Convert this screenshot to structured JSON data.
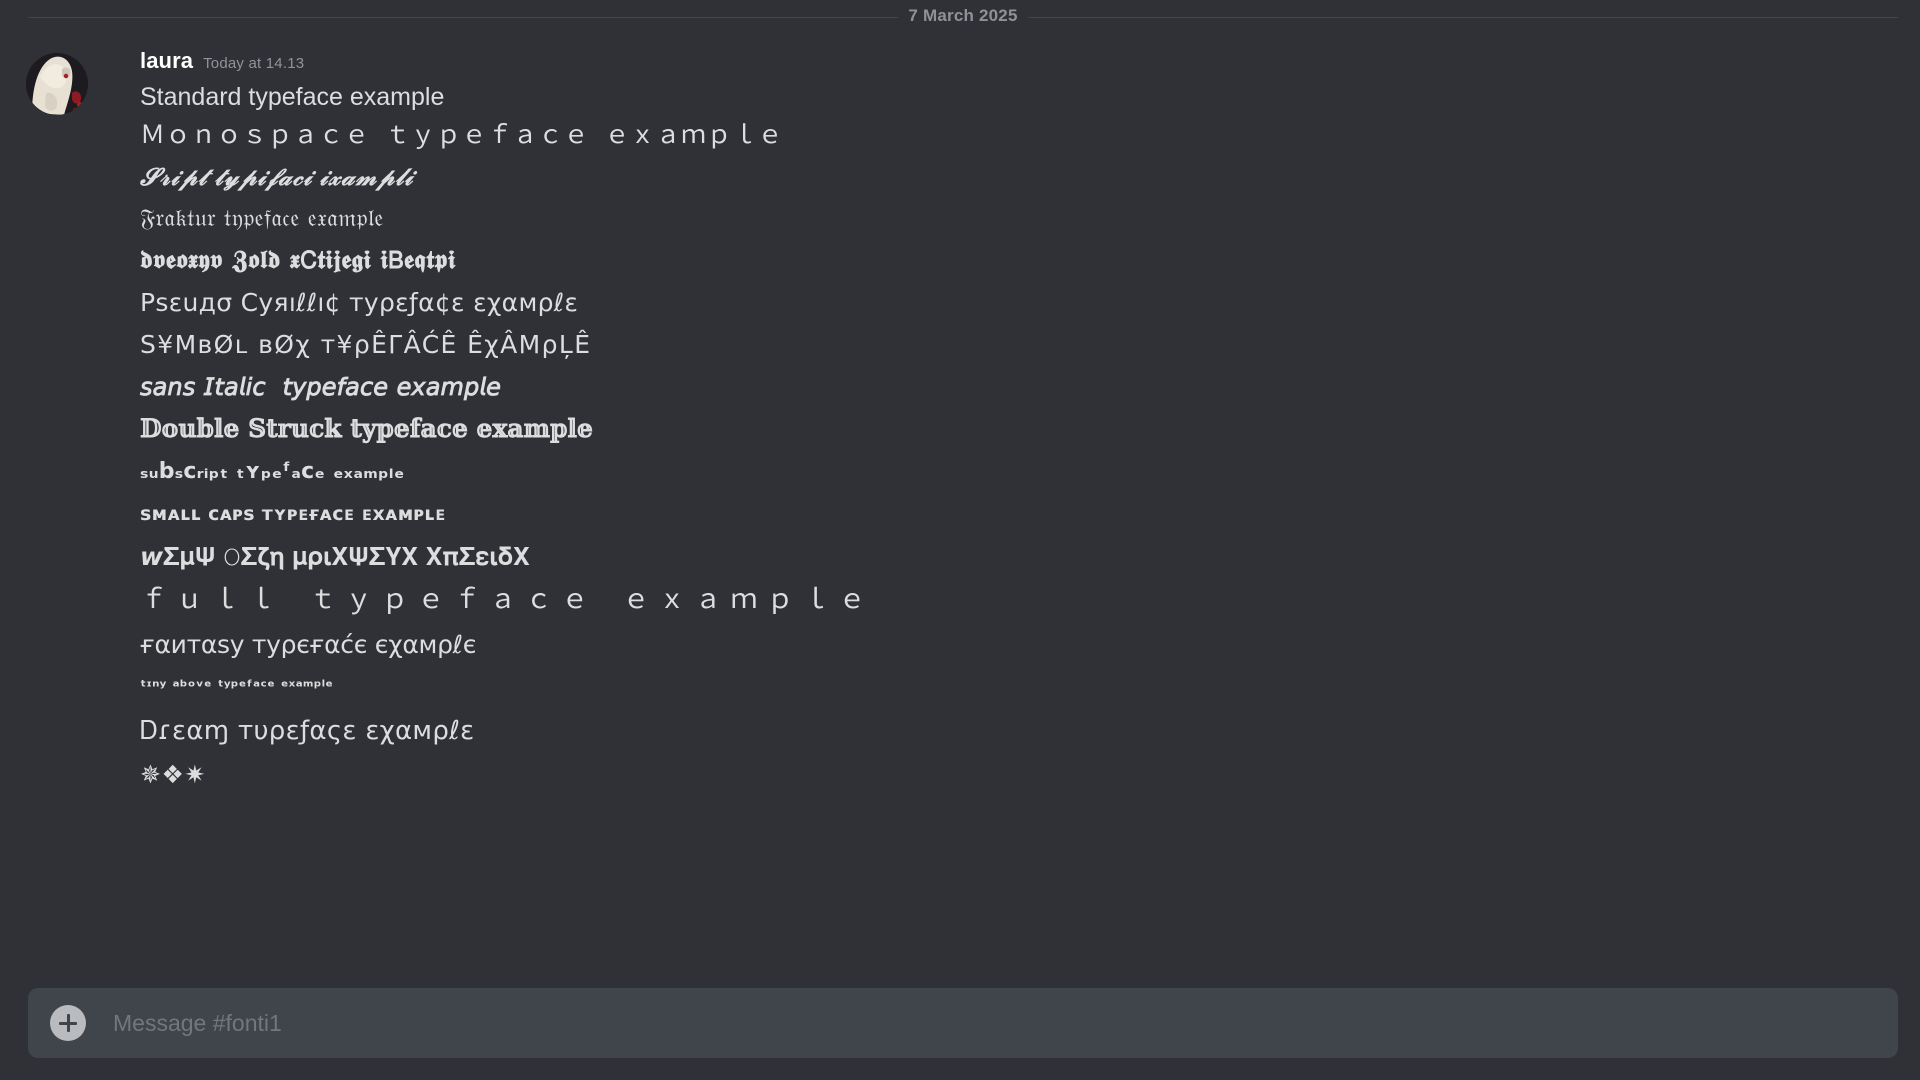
{
  "theme": {
    "message_area_bg": "#2f3136",
    "composer_bg": "#40444b",
    "text_color": "#dcddde",
    "muted_text_color": "#72767d",
    "divider_color": "#42454b",
    "author_color": "#ffffff"
  },
  "divider": {
    "date": "7 March 2025"
  },
  "message": {
    "author": "laura",
    "timestamp": "Today at 14.13",
    "avatar_alt": "laura-avatar",
    "lines": [
      {
        "id": "standard",
        "text": "Standard typeface example"
      },
      {
        "id": "monospace",
        "text": "Ｍｏｎｏｓｐａｃｅ ｔｙｐｅｆａｃｅ ｅｘａｍｐｌｅ"
      },
      {
        "id": "script",
        "text": "𝓢𝓇𝒾𝓅𝓉 𝓉𝓎𝓅𝒾𝒻𝒶𝒸𝒾 𝒾𝓍𝒶𝓂𝓅𝓁𝒾"
      },
      {
        "id": "fraktur",
        "text": "𝔉𝔯𝔞𝔨𝔱𝔲𝔯 𝔱𝔶𝔭𝔢𝔣𝔞𝔠𝔢 𝔢𝔵𝔞𝔪𝔭𝔩𝔢"
      },
      {
        "id": "fraktur-bold",
        "text": "𝖉𝖛𝖊𝖔𝖝𝖞𝖛 𝖅𝖔𝖑𝖉 𝖝𝖢𝖙𝖎𝖏𝖊𝖌𝖎 𝖎𝖡𝖊𝖖𝖙𝖕𝖎"
      },
      {
        "id": "pseudo-cyrillic",
        "text": "Pѕεuдσ Cуяıℓℓı¢ туρεƒα¢ε εχαмρℓε"
      },
      {
        "id": "symbol-box",
        "text": "Ѕ¥ΜвØʟ вØχ т¥ρÊΓÂĆÊ ÊχÂΜρĻÊ"
      },
      {
        "id": "sans-italic",
        "text": "𝘴𝘢𝘯𝘴 𝘐𝘵𝘢𝘭𝘪𝘤  𝘵𝘺𝘱𝘦𝘧𝘢𝘤𝘦 𝘦𝘹𝘢𝘮𝘱𝘭𝘦"
      },
      {
        "id": "double-struck",
        "text": "𝔻𝕠𝕦𝕓𝕝𝕖 𝕊𝕥𝕣𝕦𝕔𝕜 𝕥𝕪𝕡𝕖𝕗𝕒𝕔𝕖 𝕖𝕩𝕒𝕞𝕡𝕝𝕖"
      },
      {
        "id": "subscript",
        "text": "ₛᵤbₛᴄᵣᵢₚₜ ₜʏₚₑᶠₐᴄₑ ₑₓₐₘₚₗₑ"
      },
      {
        "id": "small-caps",
        "text": "sᴍᴀʟʟ ᴄᴀᴘs ᴛʏᴘᴇғᴀᴄᴇ ᴇхᴀᴍᴘʟᴇ"
      },
      {
        "id": "math-sans",
        "text": "𝙬𝚺𝛍𝚿 𝙾𝚺𝛇𝛈 𝛍𝛒𝛊𝚾𝚿𝚺𝚼𝚾 𝚾𝛑𝚺𝛆𝛊𝛅𝚾"
      },
      {
        "id": "fullwidth",
        "text": "ｆｕｌｌ ｔｙｐｅｆａｃｅ ｅｘａｍｐｌｅ"
      },
      {
        "id": "fantasy",
        "text": "ғαитαѕу туρєғαćє єχαмρℓє"
      },
      {
        "id": "tiny-above",
        "text": "ᵗᶦⁿʸ ᵃᵇᵒᵛᵉ ᵗʸᵖᵉᶠᵃᶜᵉ ᵉˣᵃᵐᵖˡᵉ"
      },
      {
        "id": "dream",
        "text": "Ꭰɾεαɱ тυρεƒαςε εχαмρℓε"
      },
      {
        "id": "symbols",
        "text": "✵❖✷"
      }
    ]
  },
  "composer": {
    "placeholder": "Message #fonti1",
    "value": "",
    "attach_icon": "plus-circle-icon"
  }
}
